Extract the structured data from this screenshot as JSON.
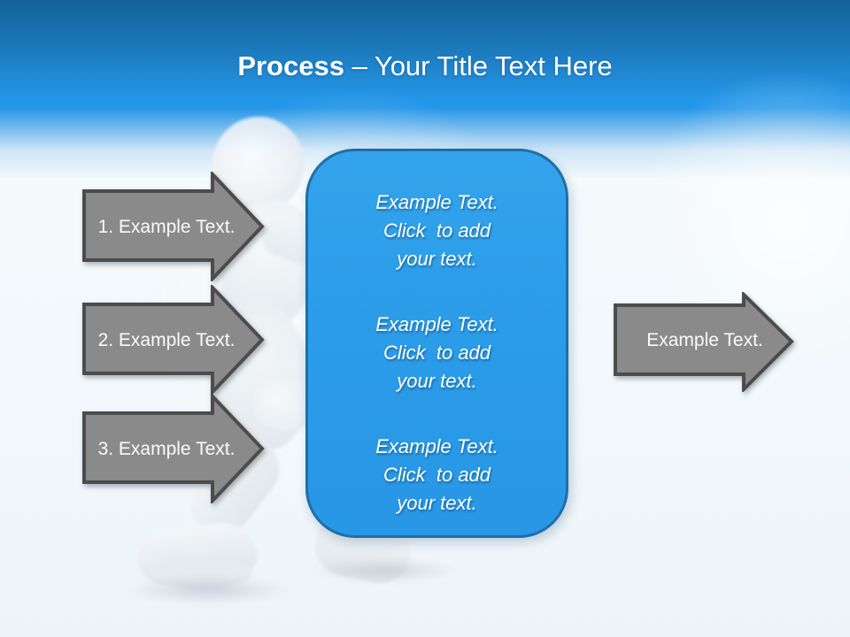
{
  "slide": {
    "title": {
      "bold": "Process",
      "rest": " – Your Title Text Here"
    },
    "left_arrows": [
      {
        "label": "1. Example Text."
      },
      {
        "label": "2. Example Text."
      },
      {
        "label": "3. Example Text."
      }
    ],
    "right_arrow": {
      "label": "Example Text."
    },
    "callout": {
      "blocks": [
        "Example Text.\nClick  to add\nyour text.",
        "Example Text.\nClick  to add\nyour text.",
        "Example Text.\nClick  to add\nyour text."
      ]
    },
    "colors": {
      "header_gradient_top": "#15629a",
      "header_gradient_bright": "#2496e8",
      "arrow_fill": "#8a8a8a",
      "arrow_border": "#4c4c4c",
      "callout_fill": "#2b9ce8",
      "callout_border": "#1e6fa8",
      "text_on_shapes": "#ffffff"
    }
  }
}
